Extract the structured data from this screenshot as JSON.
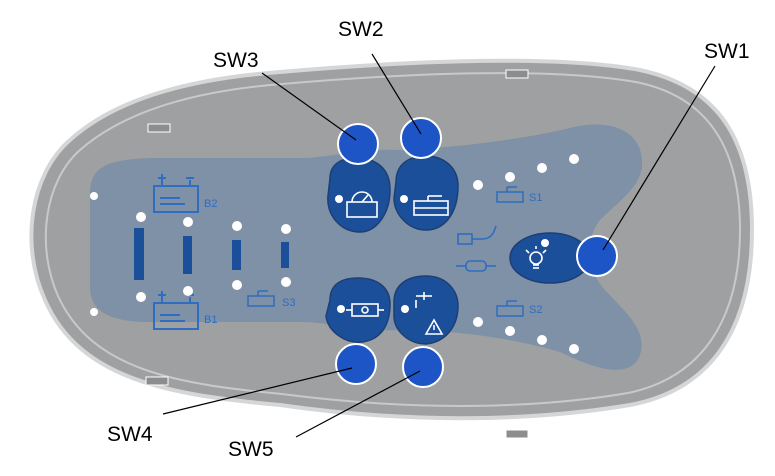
{
  "colors": {
    "housing": "#9fa0a2",
    "housing_rim": "#d5d6d7",
    "panel": "#7f91a7",
    "icon_blue": "#2f6dc0",
    "key_fill": "#1c4f9a",
    "button_fill": "#1e55c6",
    "led": "#ffffff"
  },
  "callouts": {
    "sw1": "SW1",
    "sw2": "SW2",
    "sw3": "SW3",
    "sw4": "SW4",
    "sw5": "SW5"
  },
  "panel_labels": {
    "b1": "B1",
    "b2": "B2",
    "s1": "S1",
    "s2": "S2",
    "s3": "S3"
  },
  "icons": {
    "battery_b2": "battery-icon",
    "battery_b1": "battery-icon",
    "sw3_key": "battery-gauge-icon",
    "sw2_key": "tank-icon",
    "sw1_key": "light-bulb-icon",
    "sw4_key": "pump-icon",
    "sw5_key": "water-tap-warning-icon",
    "plug": "plug-icon",
    "fuse": "fuse-icon"
  }
}
